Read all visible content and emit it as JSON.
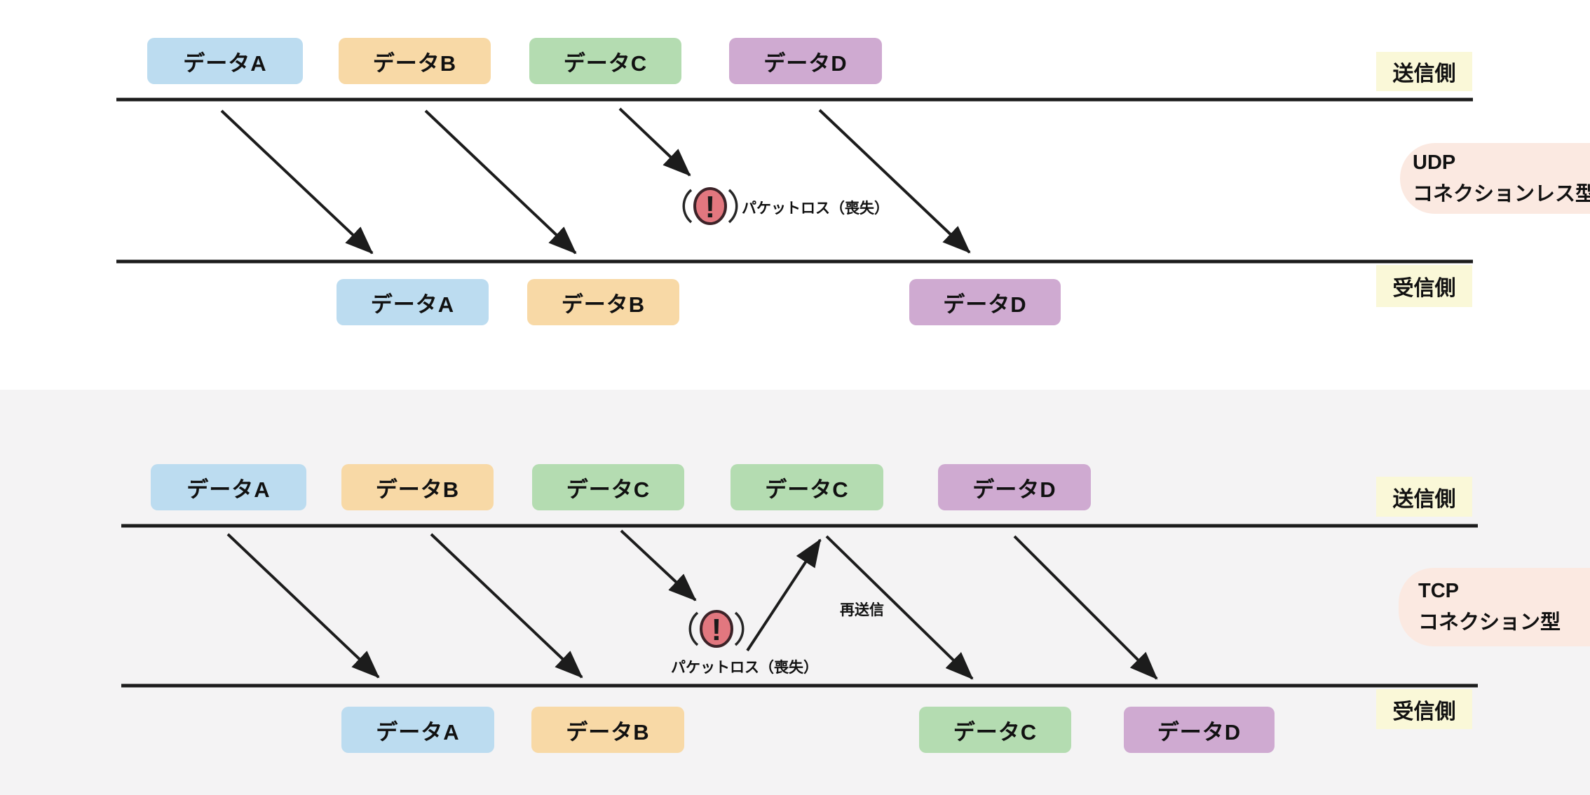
{
  "palette": {
    "box_blue": "#bcdcf0",
    "box_orange": "#f8d9a6",
    "box_green": "#b4dcb1",
    "box_purple": "#cfaad1",
    "side_label_yellow": "#faf8d8",
    "protocol_label_pink": "#fbe9e1",
    "alert_red": "#e2777f",
    "line_black": "#1c1c1c",
    "section_gray": "#f4f3f4"
  },
  "sections": {
    "udp": {
      "sender_label": "送信側",
      "receiver_label": "受信側",
      "protocol_line1": "UDP",
      "protocol_line2": "コネクションレス型",
      "packet_loss_label": "パケットロス（喪失）",
      "alert_glyph": "!",
      "sender_boxes": [
        {
          "label": "データA",
          "color": "blue"
        },
        {
          "label": "データB",
          "color": "orange"
        },
        {
          "label": "データC",
          "color": "green"
        },
        {
          "label": "データD",
          "color": "purple"
        }
      ],
      "receiver_boxes": [
        {
          "label": "データA",
          "color": "blue"
        },
        {
          "label": "データB",
          "color": "orange"
        },
        {
          "label": "データD",
          "color": "purple"
        }
      ]
    },
    "tcp": {
      "sender_label": "送信側",
      "receiver_label": "受信側",
      "protocol_line1": "TCP",
      "protocol_line2": "コネクション型",
      "packet_loss_label": "パケットロス（喪失）",
      "retransmit_label": "再送信",
      "alert_glyph": "!",
      "sender_boxes": [
        {
          "label": "データA",
          "color": "blue"
        },
        {
          "label": "データB",
          "color": "orange"
        },
        {
          "label": "データC",
          "color": "green"
        },
        {
          "label": "データC",
          "color": "green"
        },
        {
          "label": "データD",
          "color": "purple"
        }
      ],
      "receiver_boxes": [
        {
          "label": "データA",
          "color": "blue"
        },
        {
          "label": "データB",
          "color": "orange"
        },
        {
          "label": "データC",
          "color": "green"
        },
        {
          "label": "データD",
          "color": "purple"
        }
      ]
    }
  }
}
